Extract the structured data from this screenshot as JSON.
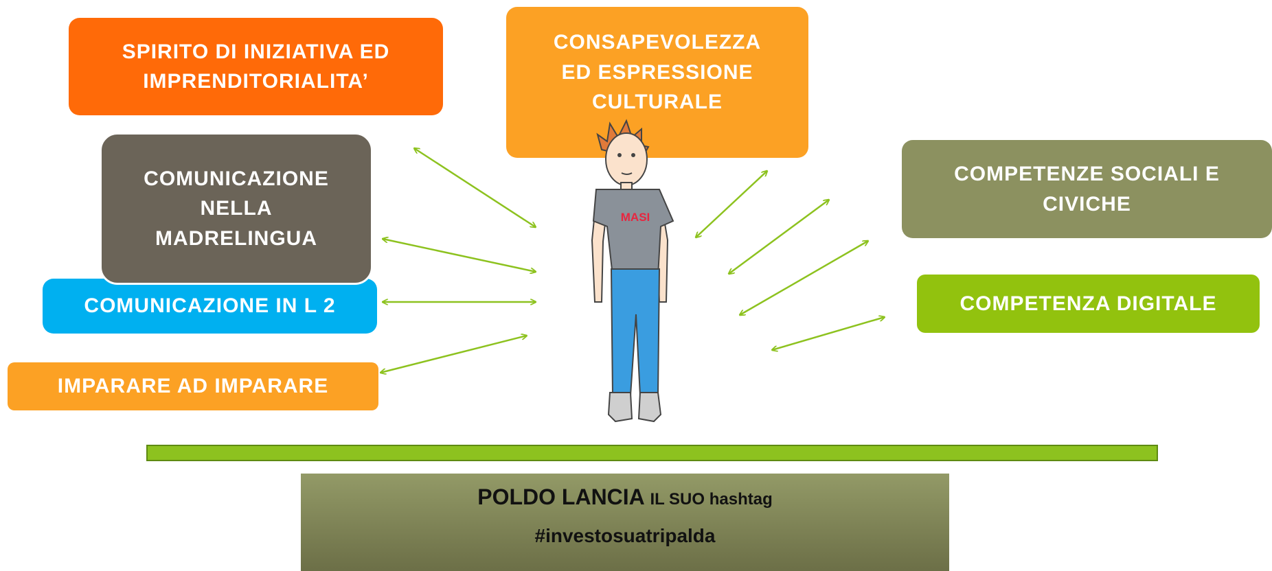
{
  "boxes": {
    "spirito": "SPIRITO DI INIZIATIVA ED\nIMPRENDITORIALITA’",
    "consapevolezza": "CONSAPEVOLEZZA\nED ESPRESSIONE\nCULTURALE",
    "madrelingua": "COMUNICAZIONE\nNELLA\nMADRELINGUA",
    "l2": "COMUNICAZIONE IN L 2",
    "imparare": "IMPARARE AD IMPARARE",
    "sociali": "COMPETENZE SOCIALI E\nCIVICHE",
    "digitale": "COMPETENZA DIGITALE"
  },
  "figure": {
    "shirt_text": "MASI"
  },
  "footer": {
    "title_main": "POLDO LANCIA",
    "title_small": "IL SUO hashtag",
    "hashtag": "#investosuatripalda"
  },
  "colors": {
    "orange": "#ff6a08",
    "light_orange": "#fca124",
    "brown_grey": "#6b6458",
    "cyan": "#00b0f0",
    "olive": "#8c9160",
    "green": "#92c20e",
    "arrow": "#8dc21f"
  }
}
